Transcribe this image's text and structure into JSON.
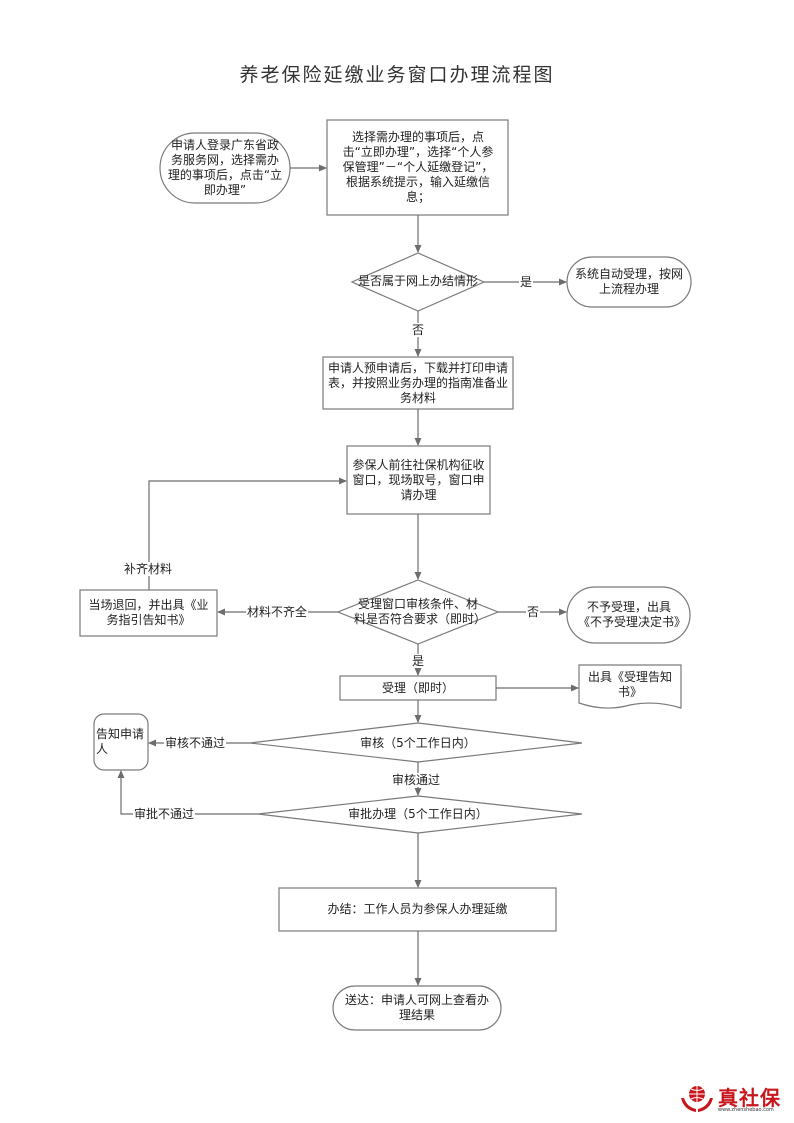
{
  "title": "养老保险延缴业务窗口办理流程图",
  "nodes": {
    "start": "申请人登录广东省政务服务网，选择需办理的事项后，点击“立即办理”",
    "select_item": "选择需办理的事项后，点击“立即办理”，选择“个人参保管理”－“个人延缴登记”，根据系统提示，输入延缴信息；",
    "online_decision": "是否属于网上办结情形",
    "auto_accept": "系统自动受理，按网上流程办理",
    "pre_apply": "申请人预申请后，下载并打印申请表，并按照业务办理的指南准备业务材料",
    "go_window": "参保人前往社保机构征收窗口，现场取号，窗口申请办理",
    "window_check": "受理窗口审核条件、材料是否符合要求（即时）",
    "return_docs": "当场退回，并出具《业务指引告知书》",
    "reject": "不予受理，出具《不予受理决定书》",
    "accept": "受理（即时）",
    "accept_notice": "出具《受理告知书》",
    "review": "审核（5个工作日内）",
    "notify_applicant": "告知申请人",
    "approve": "审批办理（5个工作日内）",
    "complete": "办结：工作人员为参保人办理延缴",
    "deliver": "送达：申请人可网上查看办理结果"
  },
  "edge_labels": {
    "yes_online": "是",
    "no_online": "否",
    "supplement": "补齐材料",
    "incomplete": "材料不齐全",
    "no_window": "否",
    "yes_window": "是",
    "review_fail": "审核不通过",
    "review_pass": "审核通过",
    "approve_fail": "审批不通过"
  },
  "logo": {
    "brand": "真社保",
    "url": "www.zhenshebao.com",
    "color": "#c8161d"
  }
}
